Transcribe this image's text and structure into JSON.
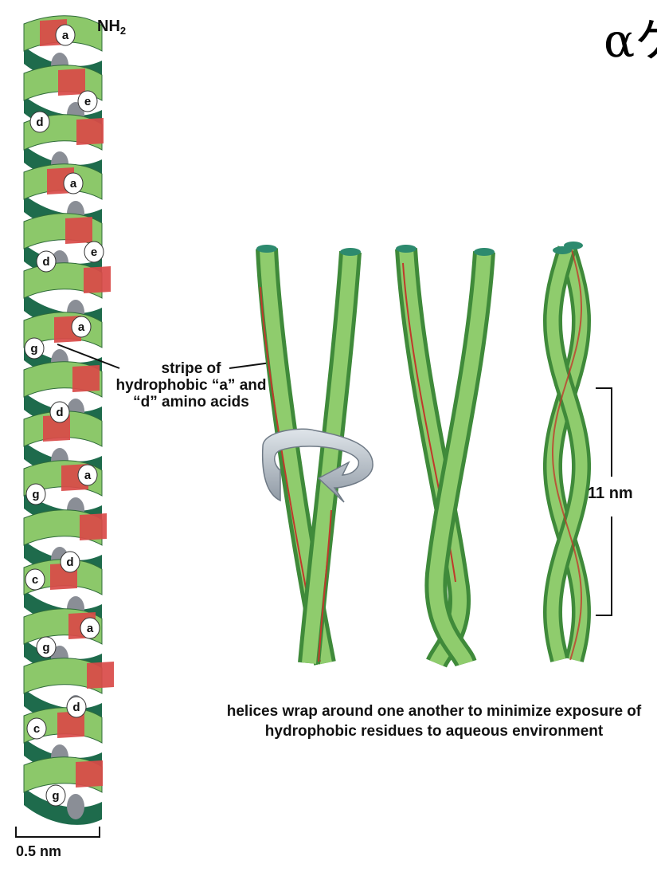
{
  "title": "αケラチン フィ",
  "helix": {
    "terminus_label": "NH",
    "terminus_subscript": "2",
    "residues": [
      "a",
      "e",
      "d",
      "a",
      "e",
      "d",
      "a",
      "g",
      "d",
      "a",
      "g",
      "d",
      "c",
      "a",
      "g",
      "d",
      "c",
      "g"
    ],
    "colors": {
      "light_green": "#8cc86a",
      "dark_green": "#1e6b4c",
      "red": "#d94a48",
      "gray": "#8a8e96"
    }
  },
  "stripe_label": "stripe of hydrophobic “a” and “d” amino acids",
  "caption": "helices wrap around one another to minimize exposure of hydrophobic residues to aqueous environment",
  "scale_right": "11 nm",
  "scale_left": "0.5 nm",
  "rods": {
    "rod_color": "#7cc260",
    "rod_dark": "#3f8a3a",
    "rod_top": "#2d8a6e",
    "stripe_color": "#c0392b",
    "arrow_color": "#b9c2cc"
  }
}
